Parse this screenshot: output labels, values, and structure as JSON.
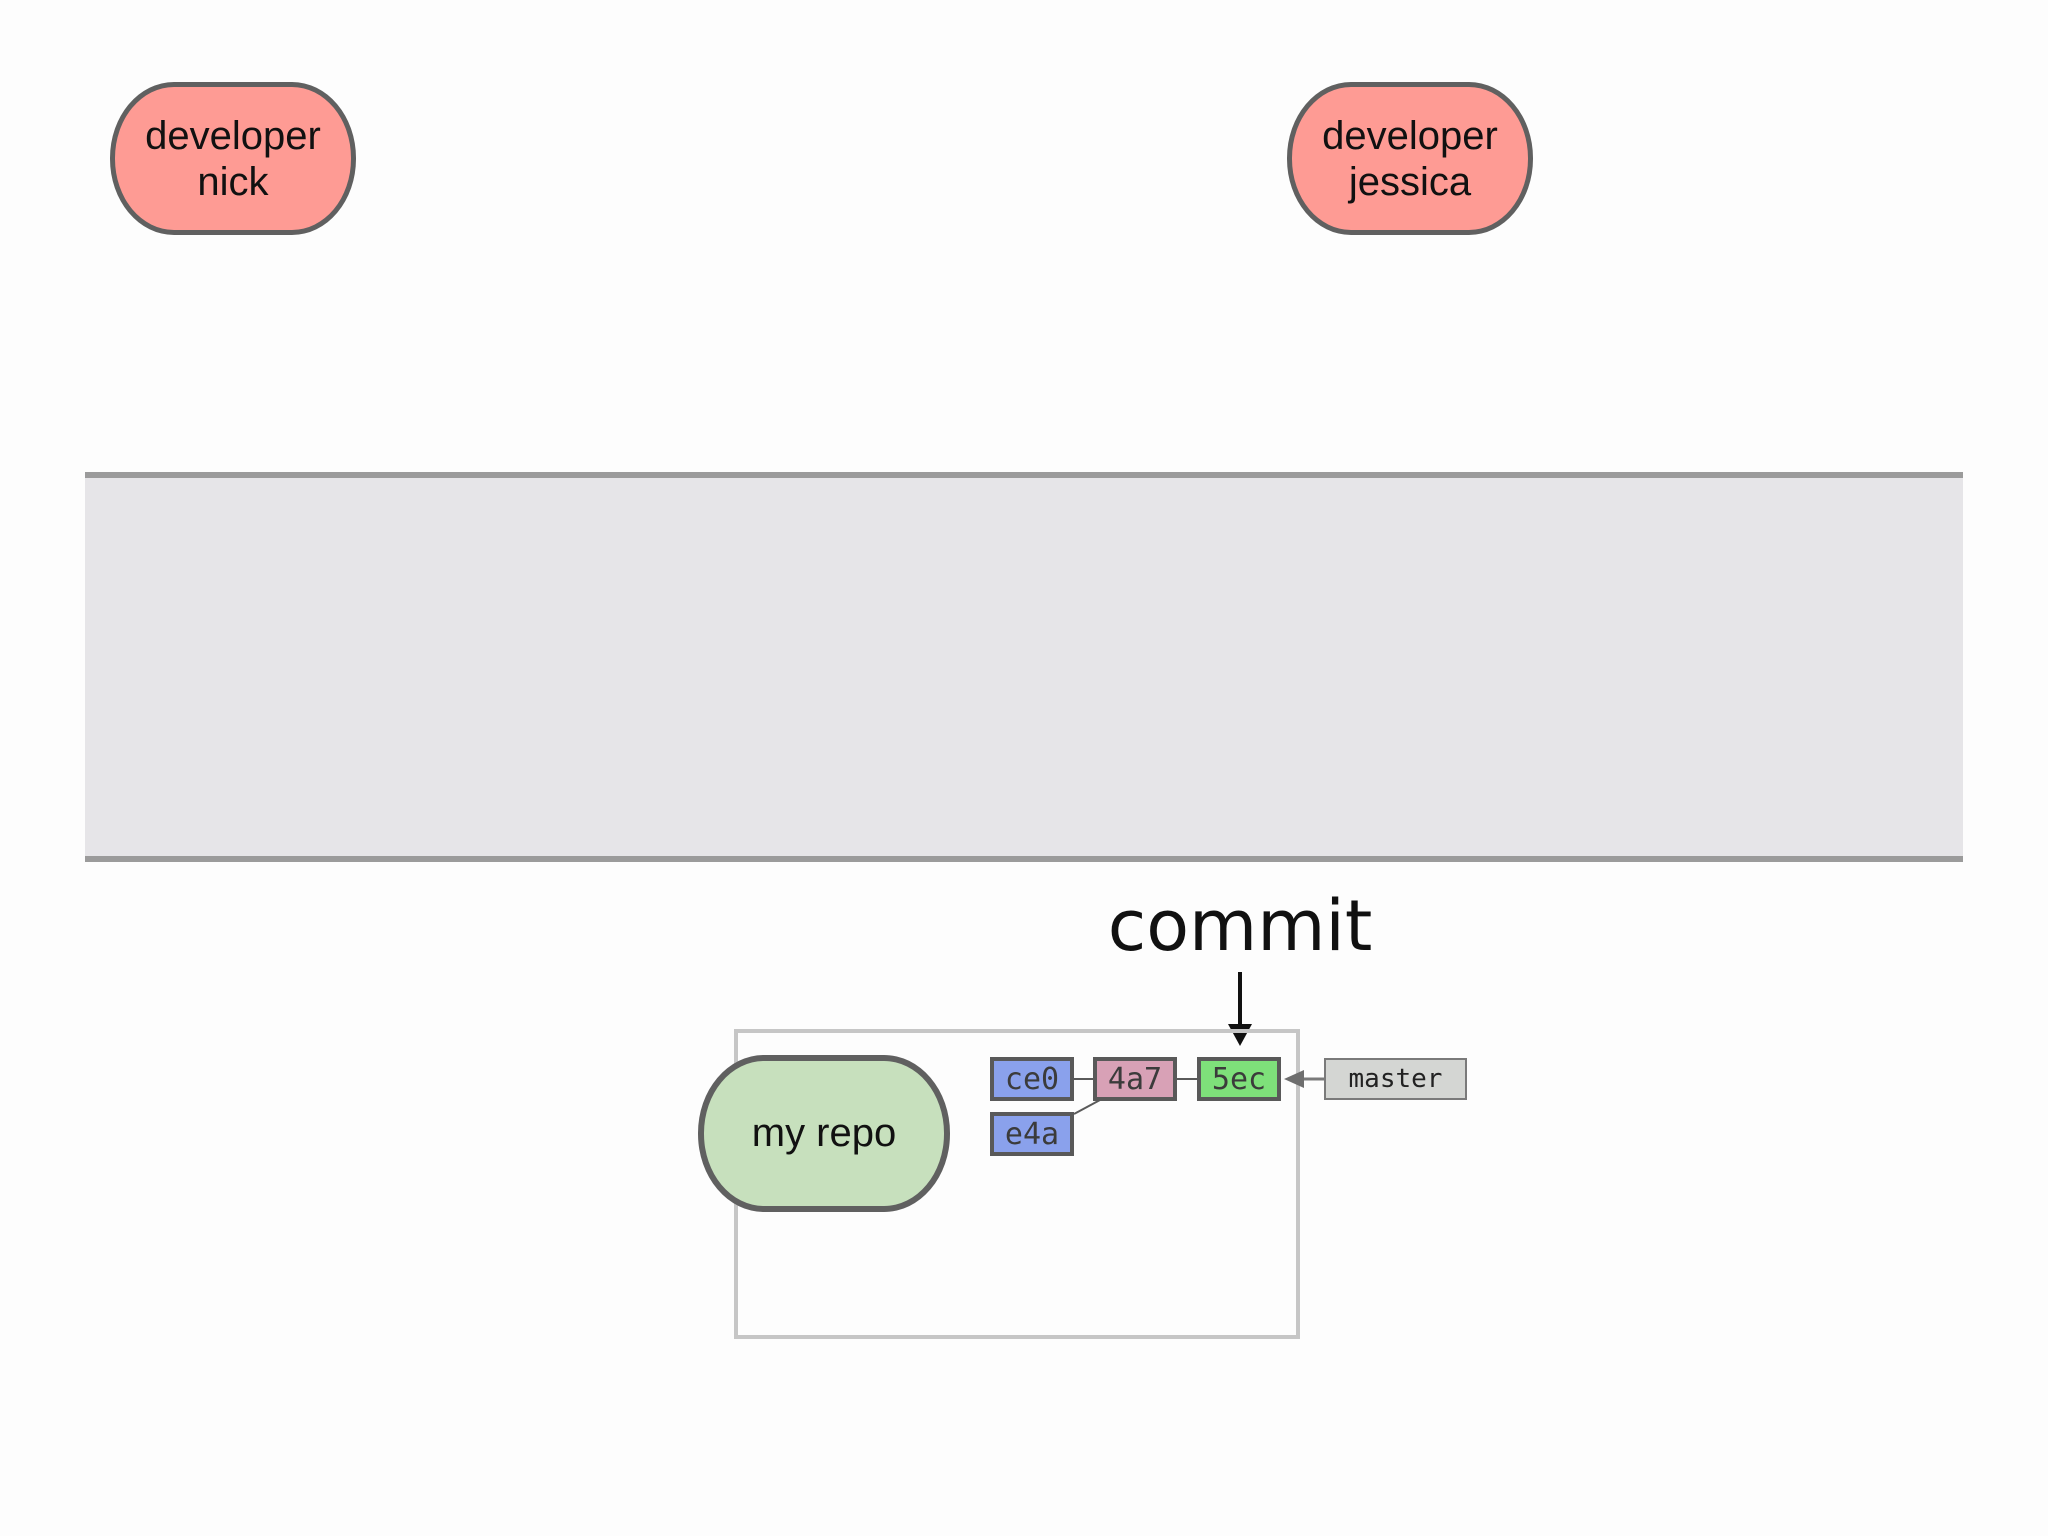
{
  "developers": [
    {
      "line1": "developer",
      "line2": "nick"
    },
    {
      "line1": "developer",
      "line2": "jessica"
    }
  ],
  "action": {
    "label": "commit"
  },
  "repo": {
    "label": "my repo",
    "commits": {
      "ce0": "ce0",
      "4a7": "4a7",
      "5ec": "5ec",
      "e4a": "e4a"
    },
    "branch": "master"
  },
  "colors": {
    "developer_fill": "#fe9b94",
    "repo_fill": "#c7e0bd",
    "band_fill": "#e6e5e8",
    "commit_blue": "#8aa1ec",
    "commit_pink": "#d8a1b6",
    "commit_green": "#7ee07a",
    "branch_fill": "#d4d6d3"
  }
}
